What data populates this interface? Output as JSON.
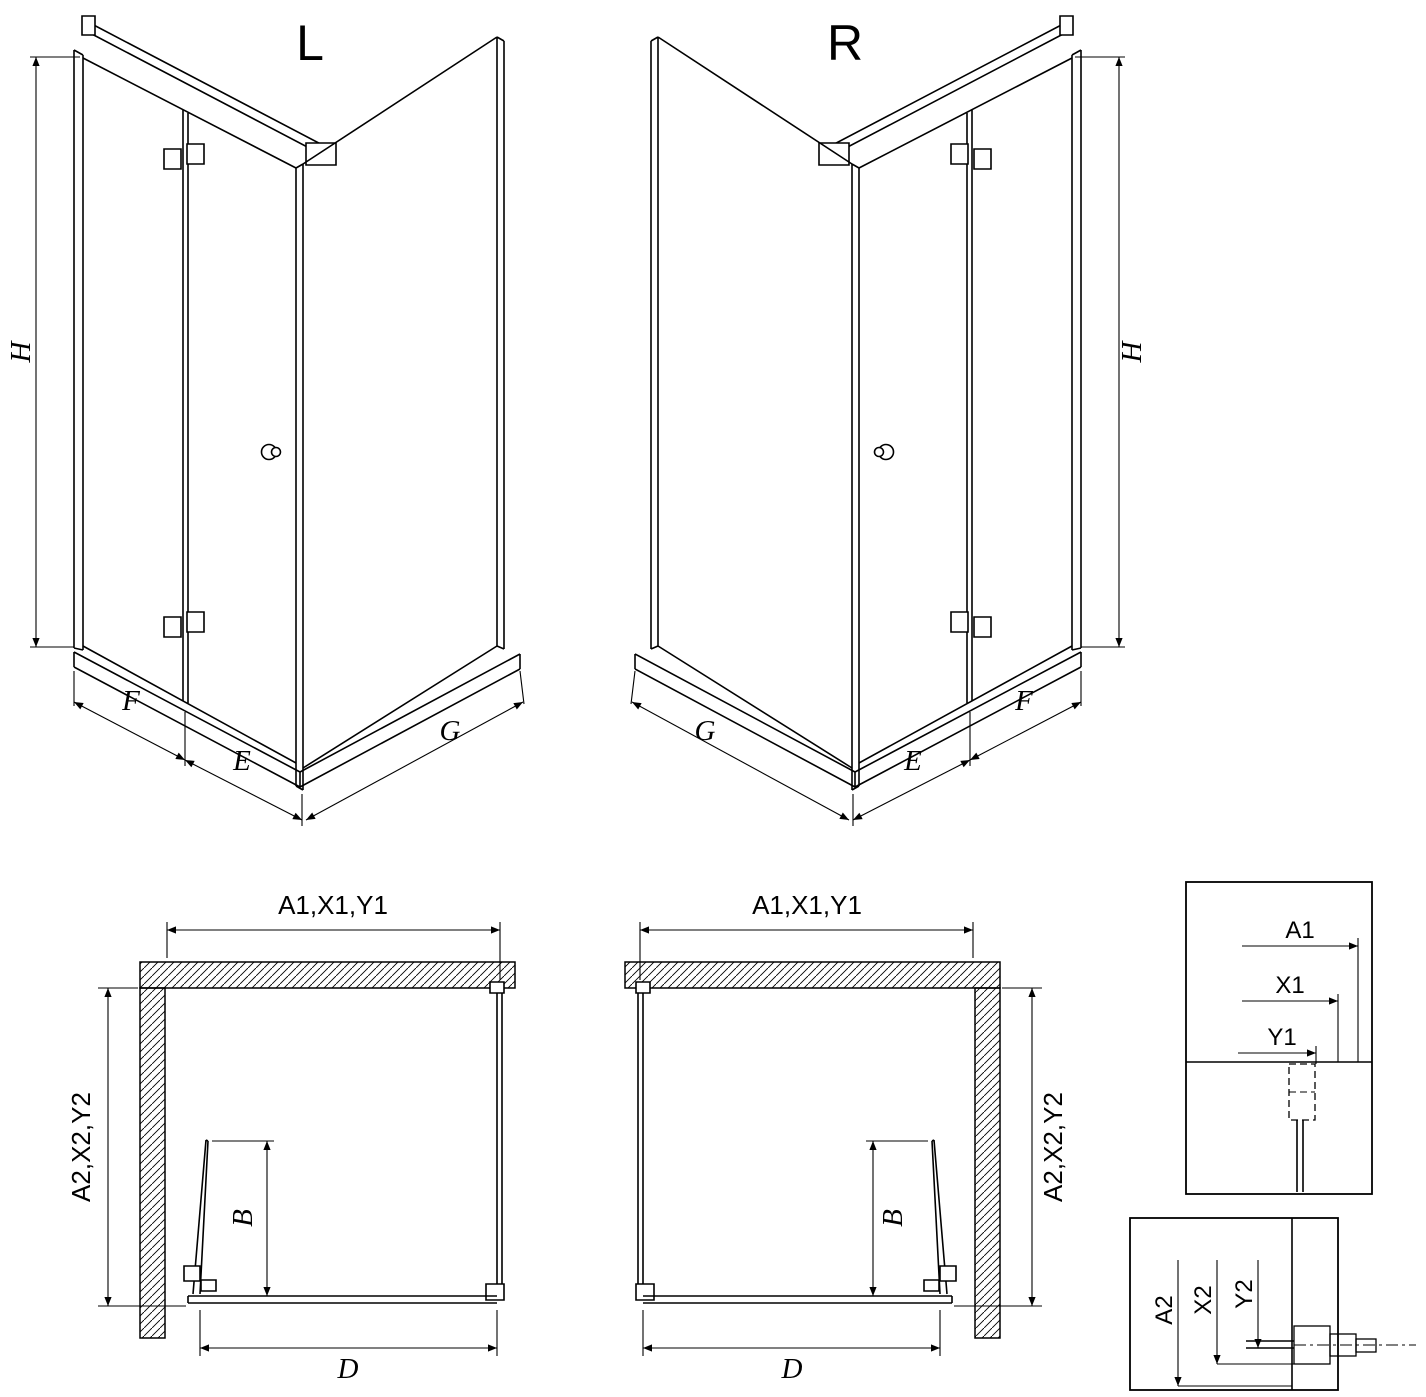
{
  "page": {
    "background_color": "#ffffff",
    "line_color": "#000000"
  },
  "views": {
    "perspective_left": {
      "title": "L",
      "dim_height": "H",
      "dim_fixed_panel": "F",
      "dim_door_panel": "E",
      "dim_side_panel": "G"
    },
    "perspective_right": {
      "title": "R",
      "dim_height": "H",
      "dim_fixed_panel": "F",
      "dim_door_panel": "E",
      "dim_side_panel": "G"
    },
    "plan_left": {
      "dim_width": "A1,X1,Y1",
      "dim_depth": "A2,X2,Y2",
      "dim_door_projection": "B",
      "dim_entry": "D"
    },
    "plan_right": {
      "dim_width": "A1,X1,Y1",
      "dim_depth": "A2,X2,Y2",
      "dim_door_projection": "B",
      "dim_entry": "D"
    },
    "detail_width_profile": {
      "dim_a1": "A1",
      "dim_x1": "X1",
      "dim_y1": "Y1"
    },
    "detail_depth_profile": {
      "dim_a2": "A2",
      "dim_x2": "X2",
      "dim_y2": "Y2"
    }
  }
}
